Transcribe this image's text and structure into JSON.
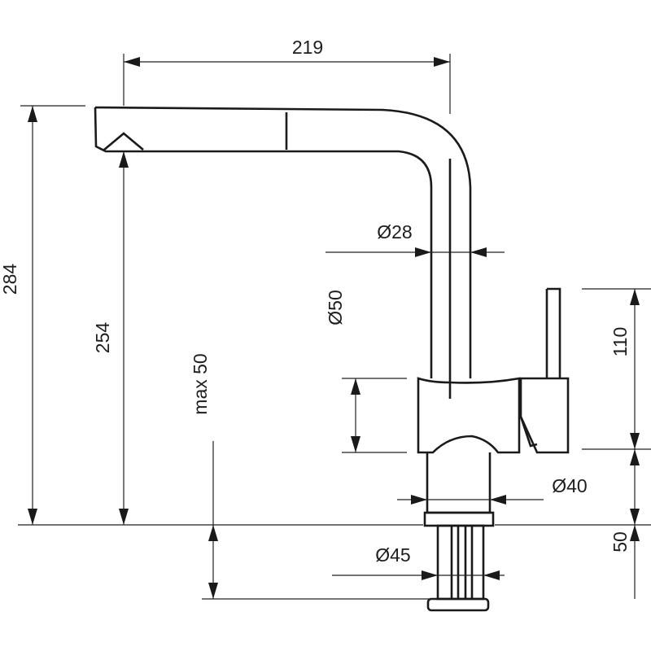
{
  "dimensions": {
    "spout_reach": "219",
    "total_height": "284",
    "outlet_height": "254",
    "max_thickness": "max 50",
    "spout_diameter": "Ø28",
    "body_diameter": "Ø50",
    "base_diameter": "Ø40",
    "shank_diameter": "Ø45",
    "lever_height": "110",
    "shank_length": "50"
  }
}
